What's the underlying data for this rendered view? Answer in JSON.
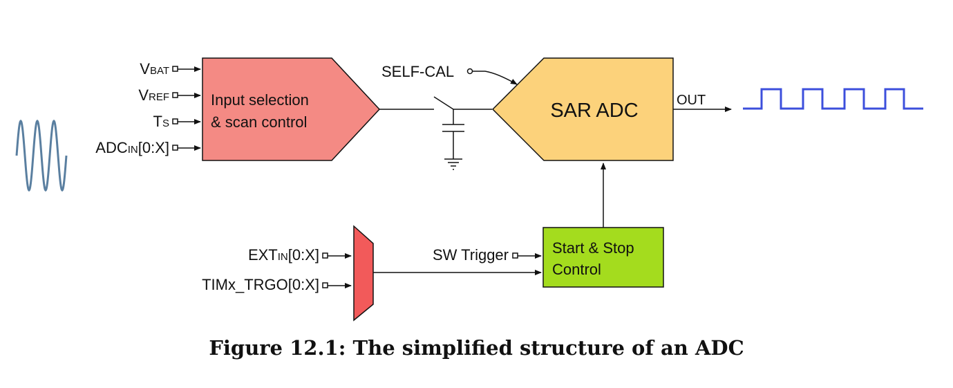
{
  "colors": {
    "input_block": "#f48a84",
    "sar_block": "#fcd27b",
    "control_block": "#a4dc1e",
    "mux": "#f25a5a",
    "sine_wave": "#5a7fa0",
    "square_wave": "#3c4fdc",
    "line": "#111111"
  },
  "inputs": {
    "vbat": {
      "main": "V",
      "sub": "BAT"
    },
    "vref": {
      "main": "V",
      "sub": "REF"
    },
    "ts": {
      "main": "T",
      "sub": "S"
    },
    "adcin": {
      "main": "ADC",
      "sub": "IN",
      "suffix": "[0:X]"
    }
  },
  "blocks": {
    "input_selection": {
      "line1": "Input selection",
      "line2": "& scan control"
    },
    "sar_adc": {
      "label": "SAR ADC"
    },
    "start_stop": {
      "line1": "Start & Stop",
      "line2": "Control"
    }
  },
  "signals": {
    "self_cal": "SELF-CAL",
    "out": "OUT",
    "sw_trigger": "SW Trigger"
  },
  "triggers": {
    "extin": {
      "main": "EXT",
      "sub": "IN",
      "suffix": "[0:X]"
    },
    "timx": {
      "main": "TIMx_TRGO[0:X]"
    }
  },
  "icons": [
    "sine-wave-icon",
    "square-wave-icon",
    "ground-icon",
    "capacitor-icon",
    "switch-icon"
  ],
  "caption": "Figure 12.1: The simplified structure of an ADC"
}
